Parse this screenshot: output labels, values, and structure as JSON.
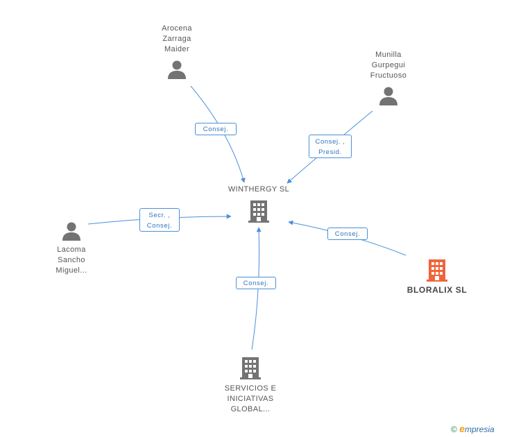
{
  "colors": {
    "edge": "#4a90d9",
    "node": "#737373",
    "focus": "#f0653a"
  },
  "nodes": {
    "arocena": {
      "lines": [
        "Arocena",
        "Zarraga",
        "Maider"
      ],
      "icon": "person-icon"
    },
    "munilla": {
      "lines": [
        "Munilla",
        "Gurpegui",
        "Fructuoso"
      ],
      "icon": "person-icon"
    },
    "lacoma": {
      "lines": [
        "Lacoma",
        "Sancho",
        "Miguel..."
      ],
      "icon": "person-icon"
    },
    "winthergy": {
      "label": "WINTHERGY SL",
      "icon": "building-icon"
    },
    "bloralix": {
      "label": "BLORALIX SL",
      "icon": "building-icon"
    },
    "servicios": {
      "lines": [
        "SERVICIOS E",
        "INICIATIVAS",
        "GLOBAL..."
      ],
      "icon": "building-icon"
    }
  },
  "edges": {
    "arocena": {
      "lines": [
        "Consej."
      ]
    },
    "munilla": {
      "lines": [
        "Consej. ,",
        "Presid."
      ]
    },
    "lacoma": {
      "lines": [
        "Secr. ,",
        "Consej."
      ]
    },
    "bloralix": {
      "lines": [
        "Consej."
      ]
    },
    "servicios": {
      "lines": [
        "Consej."
      ]
    }
  },
  "footer": {
    "copyright": "©",
    "brand_first": "e",
    "brand_rest": "mpresia"
  }
}
